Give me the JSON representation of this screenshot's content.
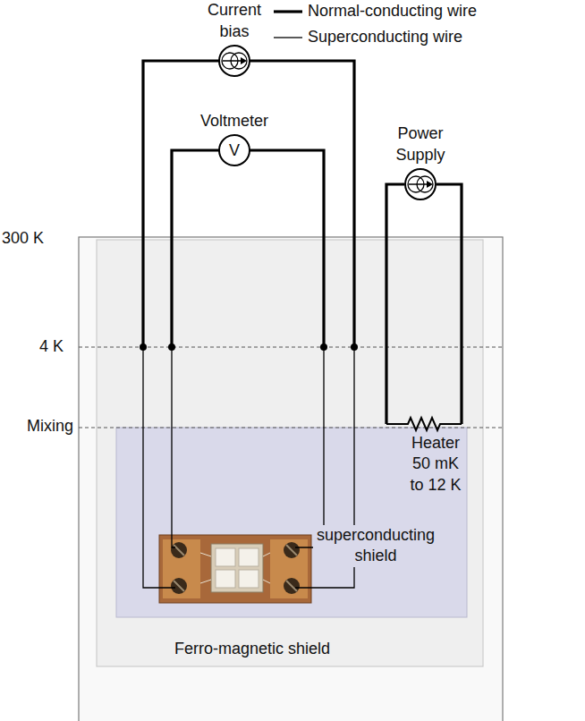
{
  "diagram": {
    "nodes": [
      {
        "text": [
          "Current bias"
        ]
      },
      {
        "text": [
          "Voltmeter",
          "V"
        ]
      },
      {
        "text": [
          "Power Supply"
        ]
      },
      {
        "text": [
          "Ferro-magnetic shield"
        ]
      },
      {
        "text": [
          "superconducting shield"
        ],
        "in": 3
      },
      {
        "text": [
          "Heater",
          "50 mK to 12 K"
        ],
        "in": 4
      }
    ],
    "edges": [
      {
        "from": 2,
        "to": 5,
        "arrow": "none"
      },
      {
        "from": 2,
        "to": 5,
        "arrow": "none"
      }
    ],
    "labels": [
      "300 K",
      "4 K",
      "Mixing"
    ],
    "legend": [
      {
        "text": "Normal-conducting wire"
      },
      {
        "text": "Superconducting wire"
      }
    ]
  }
}
